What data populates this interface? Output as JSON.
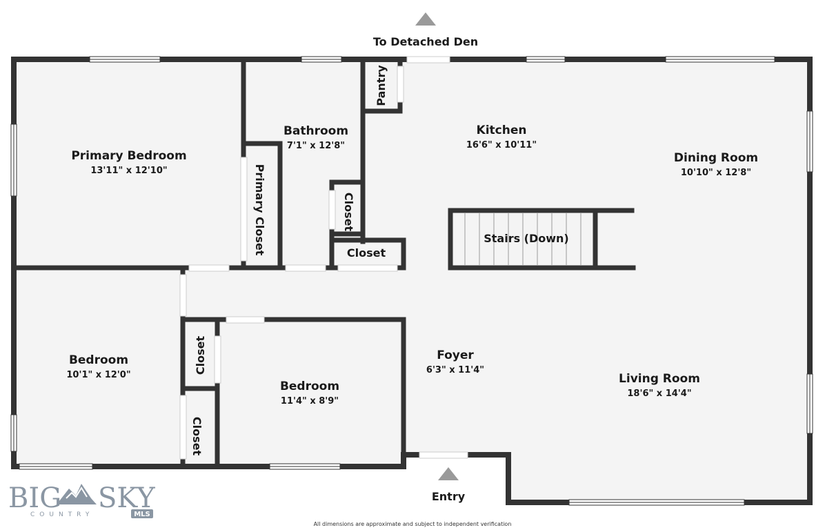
{
  "rooms": {
    "primary_bedroom": {
      "name": "Primary Bedroom",
      "dims": "13'11\" x 12'10\""
    },
    "primary_closet": {
      "name": "Primary Closet"
    },
    "bathroom": {
      "name": "Bathroom",
      "dims": "7'1\" x 12'8\""
    },
    "pantry": {
      "name": "Pantry"
    },
    "closet_bath": {
      "name": "Closet"
    },
    "closet_hall": {
      "name": "Closet"
    },
    "kitchen": {
      "name": "Kitchen",
      "dims": "16'6\" x 10'11\""
    },
    "dining_room": {
      "name": "Dining Room",
      "dims": "10'10\" x 12'8\""
    },
    "stairs": {
      "name": "Stairs (Down)"
    },
    "bedroom_left": {
      "name": "Bedroom",
      "dims": "10'1\" x 12'0\""
    },
    "closet_upper": {
      "name": "Closet"
    },
    "closet_lower": {
      "name": "Closet"
    },
    "bedroom_mid": {
      "name": "Bedroom",
      "dims": "11'4\" x 8'9\""
    },
    "foyer": {
      "name": "Foyer",
      "dims": "6'3\" x 11'4\""
    },
    "living_room": {
      "name": "Living Room",
      "dims": "18'6\" x 14'4\""
    }
  },
  "nav": {
    "top": "To Detached Den",
    "entry": "Entry"
  },
  "footer": {
    "disclaimer": "All dimensions are approximate and subject to independent verification"
  },
  "logo": {
    "big_left": "BIG",
    "big_right": "SKY",
    "small": "COUNTRY",
    "badge": "MLS"
  },
  "colors": {
    "wall": "#333333",
    "floor": "#f4f4f4",
    "arrow": "#9a9a9a",
    "logo": "#8a96a3"
  }
}
